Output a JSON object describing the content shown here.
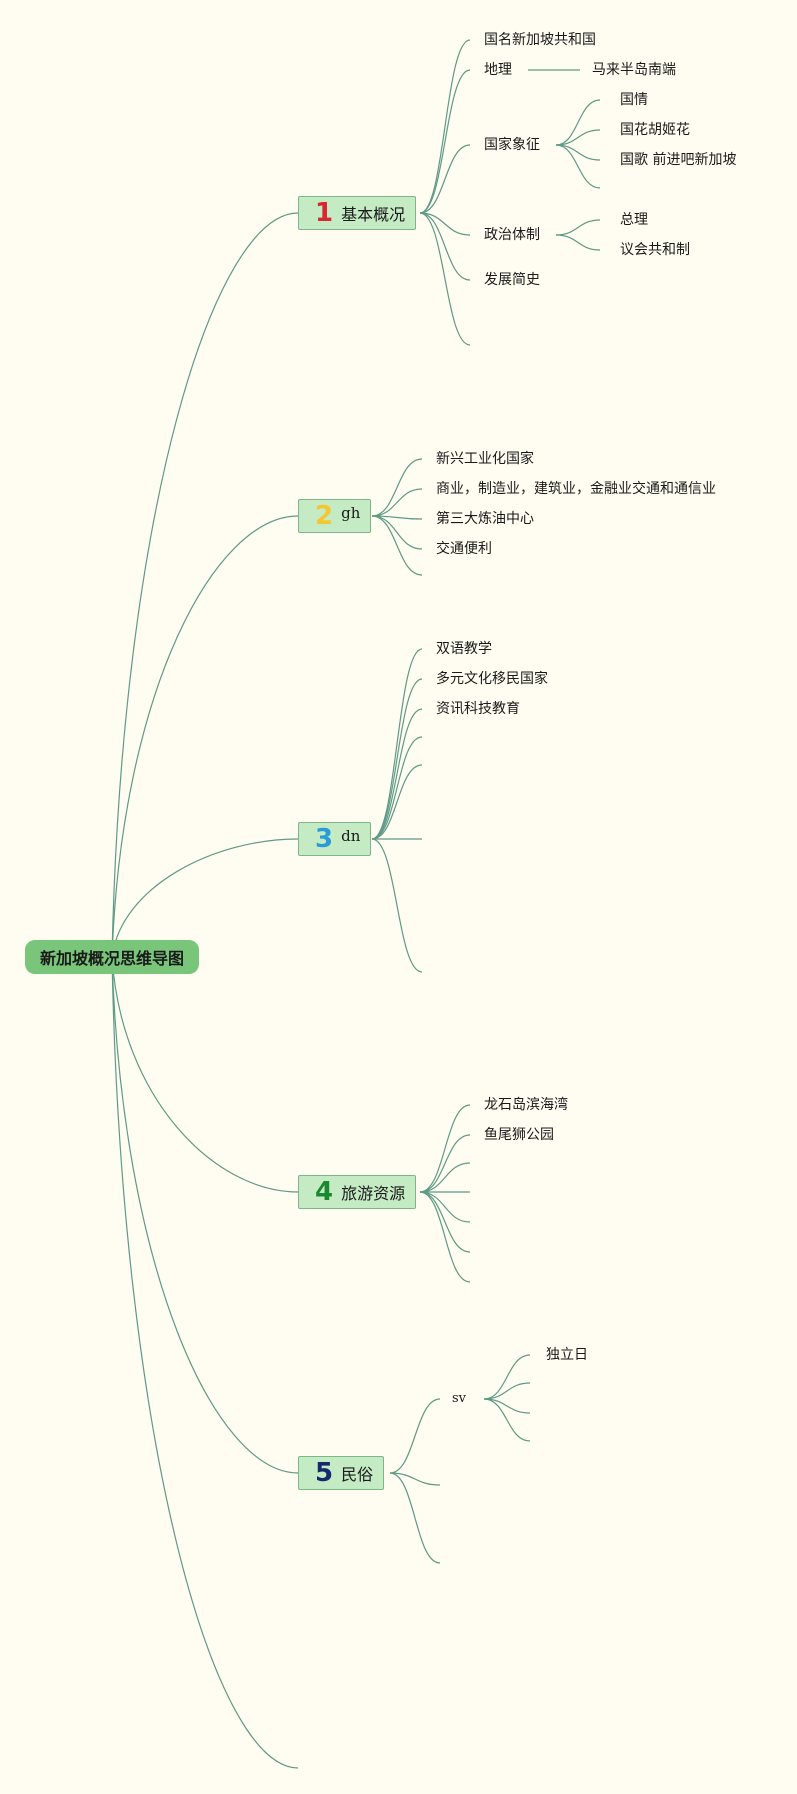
{
  "root": {
    "title": "新加坡概况思维导图"
  },
  "branches": {
    "b1": {
      "number": "1",
      "label": "基本概况",
      "color": "#d9262f"
    },
    "b2": {
      "number": "2",
      "label": "gh",
      "color": "#f5c630"
    },
    "b3": {
      "number": "3",
      "label": "dn",
      "color": "#2a9bd8"
    },
    "b4": {
      "number": "4",
      "label": "旅游资源",
      "color": "#1b8a2e"
    },
    "b5": {
      "number": "5",
      "label": "民俗",
      "color": "#142a6b"
    }
  },
  "topics": {
    "t1_name": "国名新加坡共和国",
    "t1_geo": "地理",
    "t1_geo_sub": "马来半岛南端",
    "t1_symbol": "国家象征",
    "t1_symbol_1": "国情",
    "t1_symbol_2": "国花胡姬花",
    "t1_symbol_3": "国歌 前进吧新加坡",
    "t1_politics": "政治体制",
    "t1_politics_1": "总理",
    "t1_politics_2": "议会共和制",
    "t1_history": "发展简史",
    "t2_1": "新兴工业化国家",
    "t2_2": "商业，制造业，建筑业，金融业交通和通信业",
    "t2_3": "第三大炼油中心",
    "t2_4": "交通便利",
    "t3_1": "双语教学",
    "t3_2": "多元文化移民国家",
    "t3_3": "资讯科技教育",
    "t4_1": "龙石岛滨海湾",
    "t4_2": "鱼尾狮公园",
    "t5_sv": "sv",
    "t5_sv_1": "独立日"
  },
  "colors": {
    "line": "#5f9a86",
    "root_fill": "#79c57a",
    "branch_fill": "#c4ebc4",
    "background": "#fffcf2"
  }
}
